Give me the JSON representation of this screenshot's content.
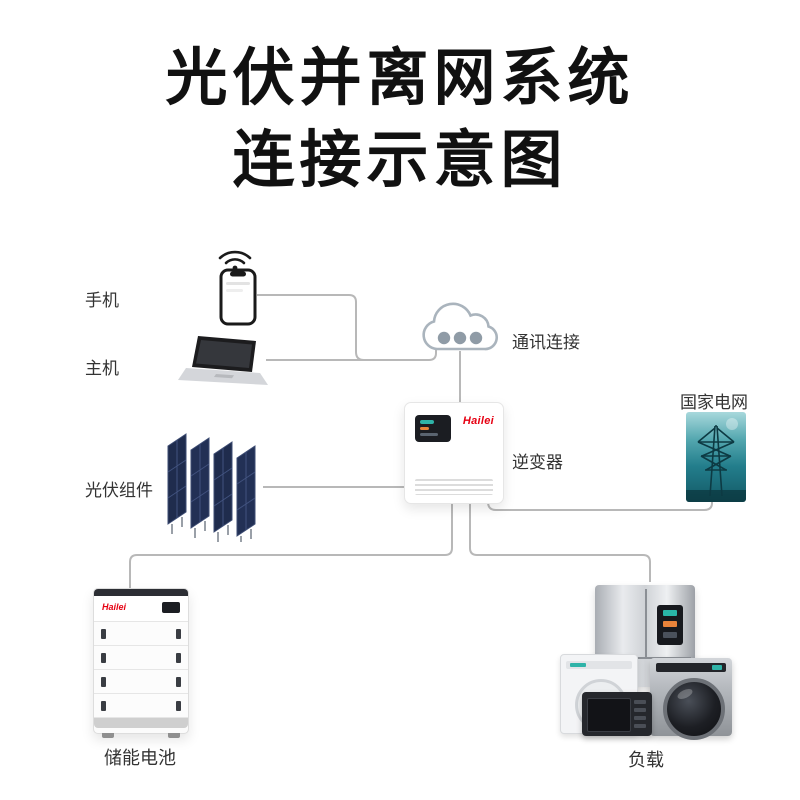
{
  "title": {
    "line1": "光伏并离网系统",
    "line2": "连接示意图"
  },
  "labels": {
    "phone": "手机",
    "host": "主机",
    "comm": "通讯连接",
    "inverter": "逆变器",
    "grid": "国家电网",
    "pv": "光伏组件",
    "battery": "储能电池",
    "load": "负载"
  },
  "brand": {
    "inverter": "Hailei",
    "battery": "Hailei"
  },
  "colors": {
    "line": "#b8b8b8",
    "brand_red": "#e60012",
    "panel_navy": "#1f2c4d",
    "tower_teal": "#237e8c",
    "text": "#333333"
  }
}
